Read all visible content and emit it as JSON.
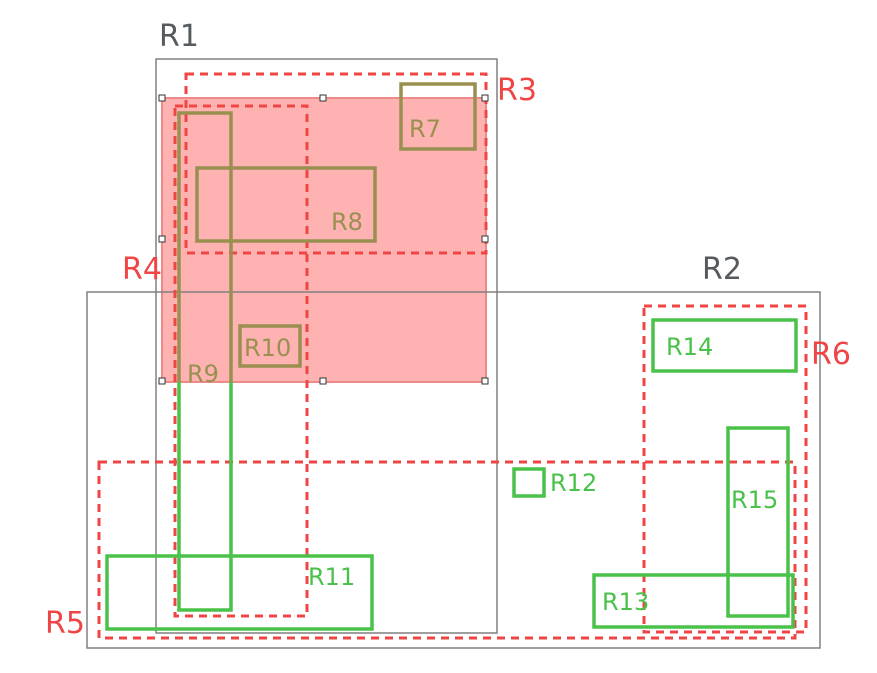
{
  "colors": {
    "gray": "#808080",
    "gray_label": "#555a5f",
    "red": "#ef4545",
    "red_fill": "#ffb2b2",
    "green": "#4ac24a",
    "olive": "#99904f"
  },
  "labels": {
    "r1": "R1",
    "r2": "R2",
    "r3": "R3",
    "r4": "R4",
    "r5": "R5",
    "r6": "R6",
    "r7": "R7",
    "r8": "R8",
    "r9": "R9",
    "r10": "R10",
    "r11": "R11",
    "r12": "R12",
    "r13": "R13",
    "r14": "R14",
    "r15": "R15"
  }
}
